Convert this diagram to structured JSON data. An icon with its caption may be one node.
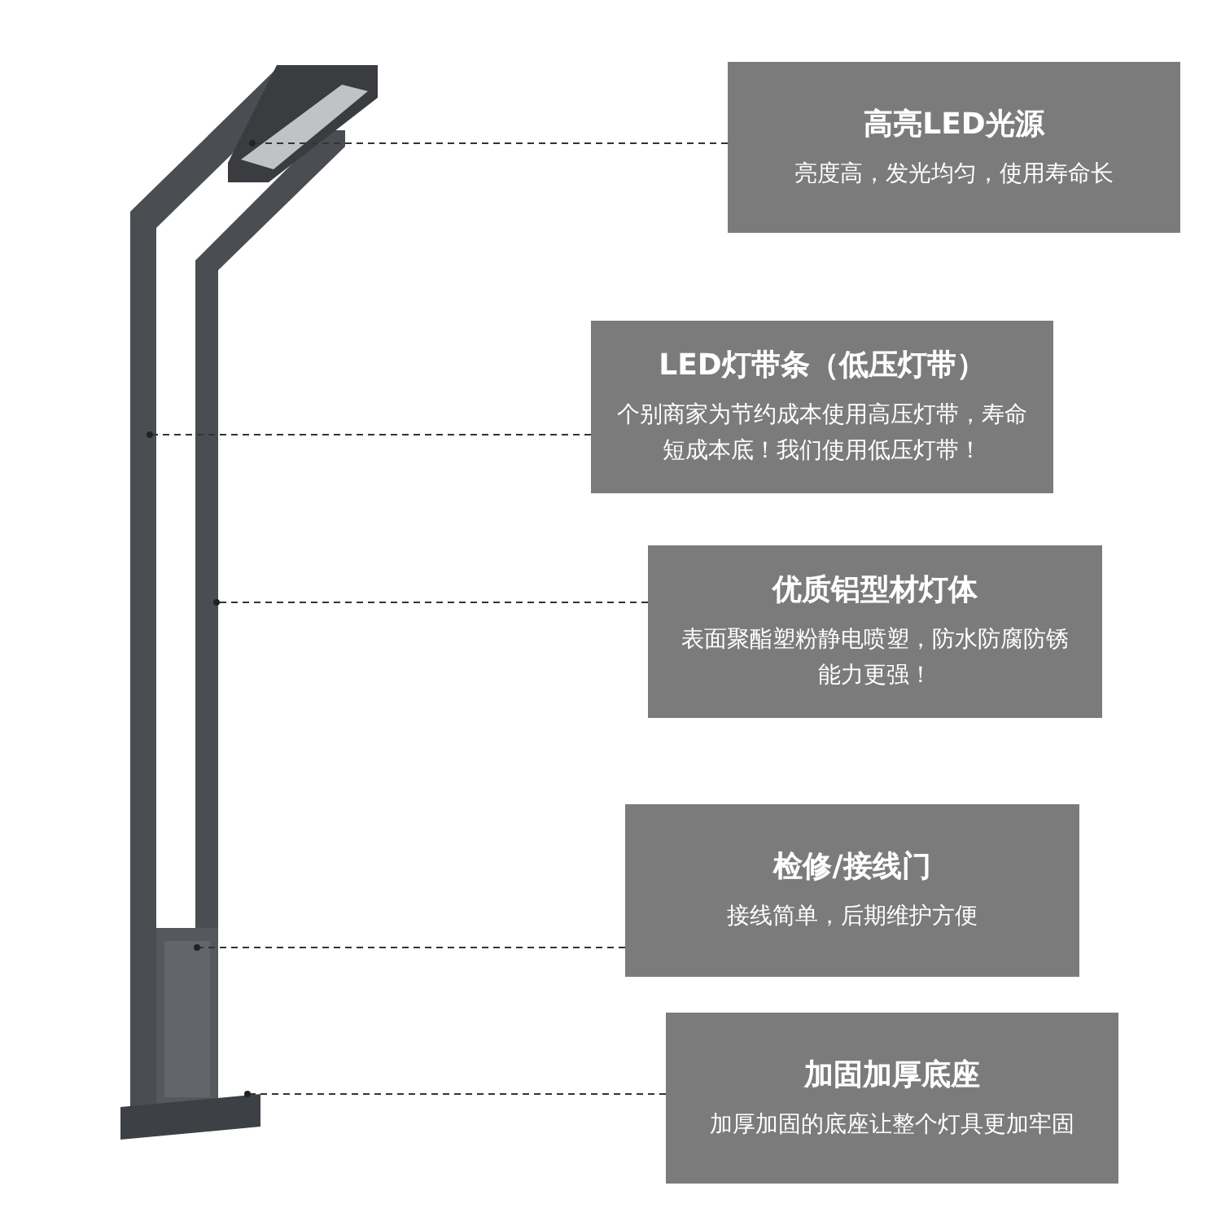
{
  "diagram": {
    "nodes": [
      {
        "text": [
          "高亮LED光源",
          "亮度高，发光均匀，使用寿命长"
        ]
      },
      {
        "text": [
          "LED灯带条（低压灯带）",
          "个别商家为节约成本使用高压灯带，寿命短成本底！我们使用低压灯带！"
        ]
      },
      {
        "text": [
          "优质铝型材灯体",
          "表面聚酯塑粉静电喷塑，防水防腐防锈能力更强！"
        ]
      },
      {
        "text": [
          "检修/接线门",
          "接线简单，后期维护方便"
        ]
      },
      {
        "text": [
          "加固加厚底座",
          "加厚加固的底座让整个灯具更加牢固"
        ]
      }
    ],
    "edges": [
      {
        "from": 0,
        "to": null,
        "arrow": "other",
        "style": "dashed"
      },
      {
        "from": 1,
        "to": null,
        "arrow": "other",
        "style": "dashed"
      },
      {
        "from": 2,
        "to": null,
        "arrow": "other",
        "style": "dashed"
      },
      {
        "from": 3,
        "to": null,
        "arrow": "other",
        "style": "dashed"
      },
      {
        "from": 4,
        "to": null,
        "arrow": "other",
        "style": "dashed"
      }
    ]
  }
}
